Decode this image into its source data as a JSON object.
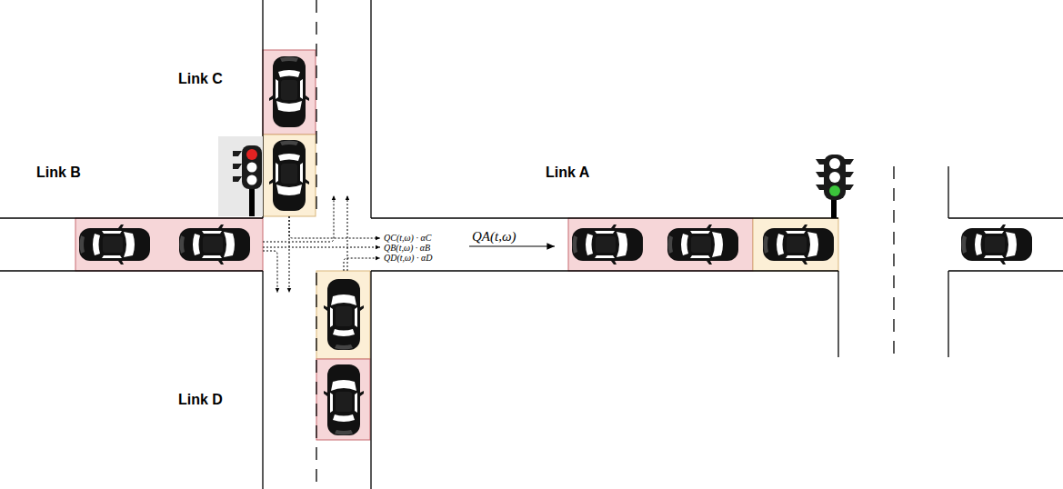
{
  "diagram": {
    "labels": [
      "Link C",
      "Link B",
      "Link A",
      "Link D",
      "QC(t,ω) · αC",
      "QB(t,ω) · αB",
      "QD(t,ω) · αD",
      "QA(t,ω)"
    ]
  }
}
